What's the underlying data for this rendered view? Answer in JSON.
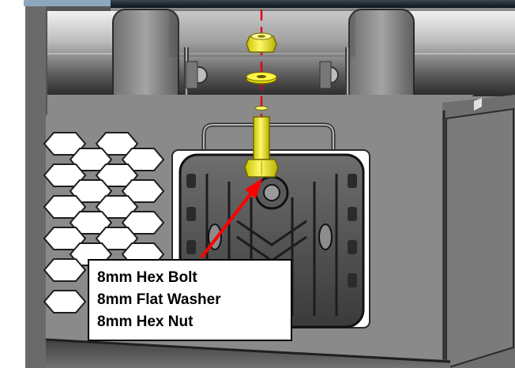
{
  "figure": {
    "callout_lines": [
      "8mm Hex Bolt",
      "8mm Flat Washer",
      "8mm Hex Nut"
    ],
    "colors": {
      "hardware": "#f5ef1a",
      "arrow": "#ff0000",
      "axis_line": "#e0001b",
      "frame_steel": "#8a8a8a",
      "top_bar": "#1f2a35"
    },
    "parts": [
      "hex-nut",
      "flat-washer",
      "hex-bolt",
      "mounting-bracket",
      "work-light",
      "mesh-panel"
    ]
  }
}
